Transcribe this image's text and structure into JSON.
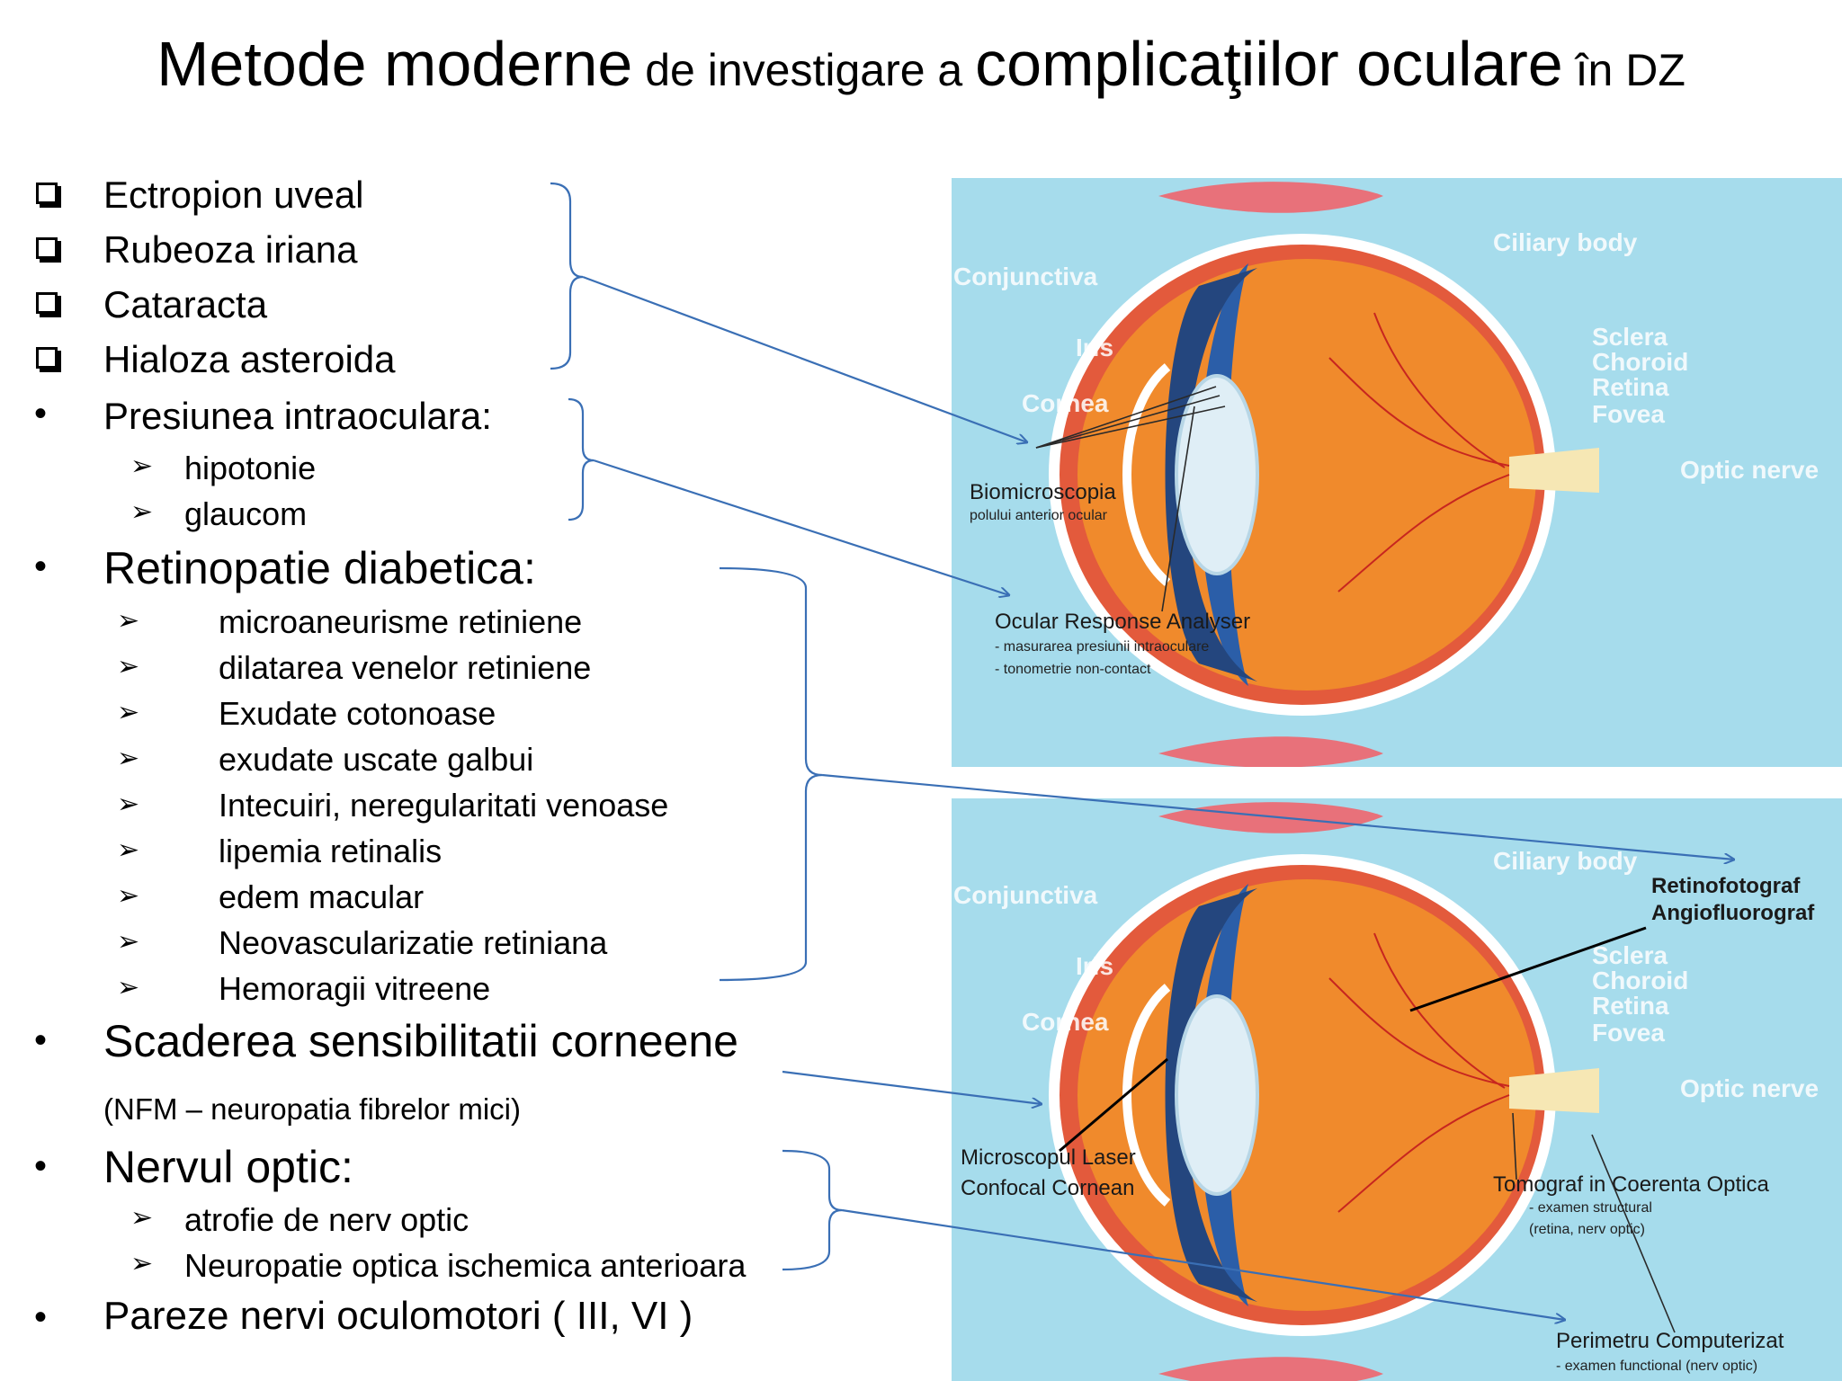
{
  "title": {
    "part1": "Metode moderne",
    "part2": " de investigare a ",
    "part3": "complicaţiilor oculare",
    "part4": " în DZ"
  },
  "list": {
    "checkbox_items": [
      "Ectropion uveal",
      "Rubeoza iriana",
      " Cataracta",
      "Hialoza asteroida"
    ],
    "iop": {
      "label": "Presiunea intraoculara:",
      "subs": [
        "hipotonie",
        " glaucom"
      ]
    },
    "retinopathy": {
      "label": "Retinopatie diabetica:",
      "subs": [
        "microaneurisme retiniene",
        " dilatarea venelor retiniene",
        "Exudate cotonoase",
        " exudate uscate galbui",
        "Intecuiri, neregularitati venoase",
        "lipemia retinalis",
        "edem macular",
        "Neovascularizatie retiniana",
        "Hemoragii vitreene"
      ]
    },
    "cornea": {
      "label": "Scaderea sensibilitatii corneene",
      "note": "(NFM – neuropatia fibrelor mici)"
    },
    "optic": {
      "label": "Nervul optic:",
      "subs": [
        " atrofie de nerv optic",
        "Neuropatie optica ischemica anterioara"
      ]
    },
    "oculomotor": {
      "label": "Pareze nervi oculomotori  ( III,  VI )"
    }
  },
  "markers": {
    "bullet": "•",
    "arrow": "➢"
  },
  "anatomy": {
    "conjunctiva": "Conjunctiva",
    "iris": "Iris",
    "cornea": "Cornea",
    "ciliary_body": "Ciliary body",
    "sclera": "Sclera",
    "choroid": "Choroid",
    "retina": "Retina",
    "fovea": "Fovea",
    "optic_nerve": "Optic nerve"
  },
  "panel_top": {
    "biomicroscopy_title": "Biomicroscopia",
    "biomicroscopy_sub": "polului anterior ocular",
    "ora_title": "Ocular Response Analyser",
    "ora_sub1": "- masurarea presiunii intraoculare",
    "ora_sub2": "- tonometrie non-contact"
  },
  "panel_bottom": {
    "retino1": "Retinofotograf",
    "retino2": "Angiofluorograf",
    "laser1": "Microscopul Laser",
    "laser2": "Confocal Cornean",
    "oct_title": "Tomograf in Coerenta Optica",
    "oct_sub1": "- examen structural",
    "oct_sub2": "(retina, nerv optic)",
    "perim_title": "Perimetru Computerizat",
    "perim_sub": "- examen functional   (nerv optic)"
  },
  "colors": {
    "panel_bg": "#a6dcec",
    "connector": "#3a6fb5",
    "sclera_red": "#e35a3c",
    "iris_blue": "#2b5ea8"
  }
}
